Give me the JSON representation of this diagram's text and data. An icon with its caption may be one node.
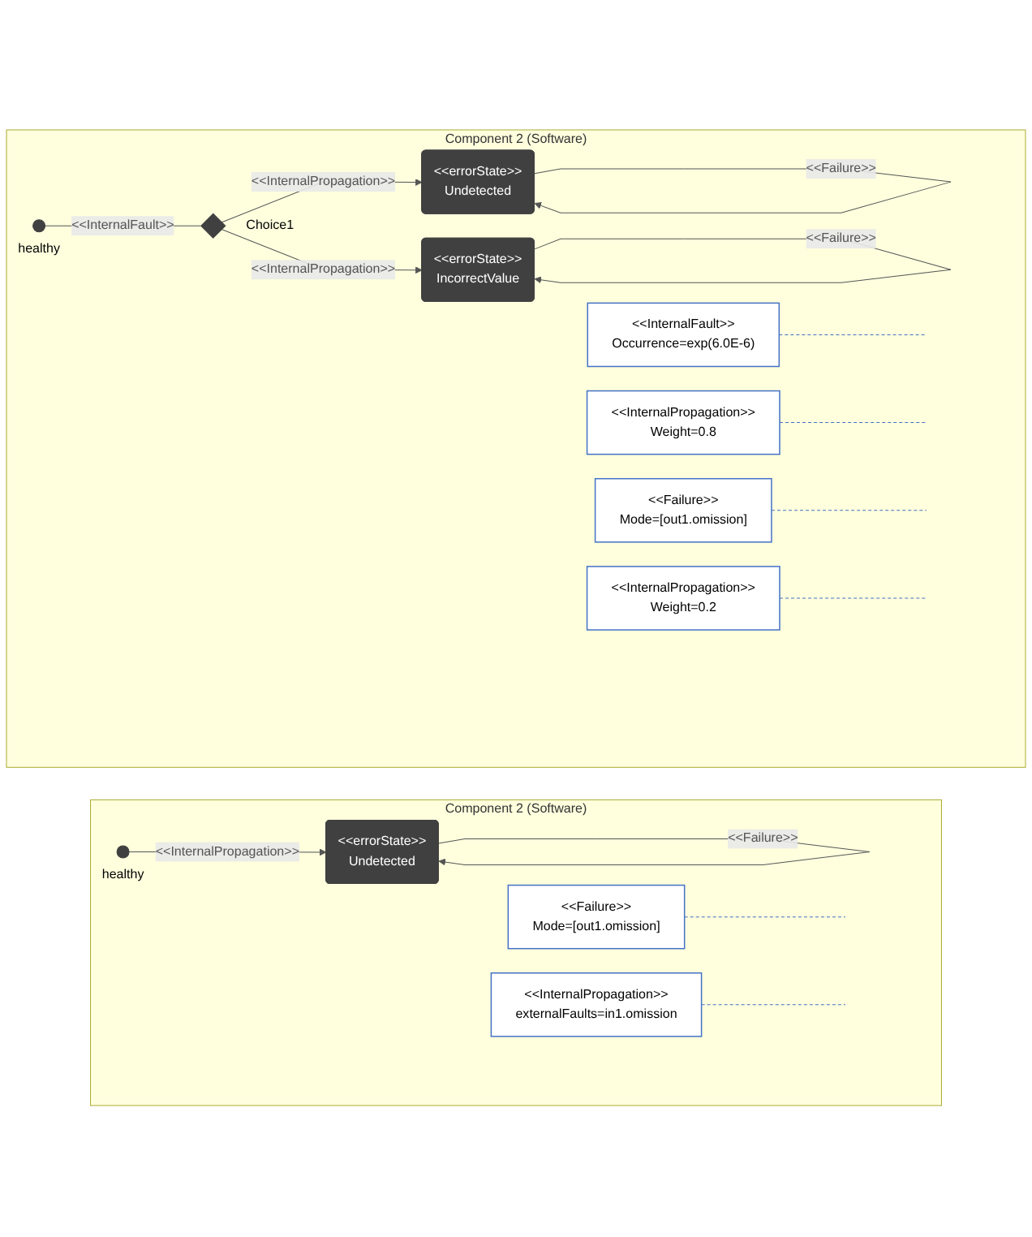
{
  "diagram": {
    "nodes": [
      {
        "text": [
          "Component 2 (Software)"
        ]
      },
      {
        "text": [],
        "shape": "circle",
        "beside": [
          "healthy"
        ],
        "in": 0
      },
      {
        "text": [
          "<<InternalFault>>",
          "Occurrence=exp(6.0E-6)"
        ],
        "in": 0
      },
      {
        "text": [],
        "shape": "diamond",
        "beside": [
          "Choice1"
        ],
        "in": 0
      },
      {
        "text": [
          "<<InternalPropagation>>",
          "Weight=0.8"
        ],
        "in": 0
      },
      {
        "text": [
          "<<errorState>>",
          "Undetected"
        ],
        "in": 0
      },
      {
        "text": [
          "<<Failure>>",
          "Mode=[out1.omission]"
        ],
        "in": 0
      },
      {
        "text": [
          "<<InternalPropagation>>",
          "Weight=0.2"
        ],
        "in": 0
      },
      {
        "text": [
          "<<errorState>>",
          "IncorrectValue"
        ],
        "in": 0
      },
      {
        "text": [
          "Component 2 (Software)"
        ]
      },
      {
        "text": [
          "<<Failure>>",
          "Mode=[out1.omission]"
        ],
        "in": 9
      },
      {
        "text": [
          "<<InternalPropagation>>",
          "externalFaults=in1.omission"
        ],
        "in": 9
      },
      {
        "text": [],
        "shape": "circle",
        "beside": [
          "healthy"
        ],
        "in": 9
      },
      {
        "text": [
          "<<errorState>>",
          "Undetected"
        ],
        "in": 9
      }
    ],
    "edges": [
      {
        "from": 1,
        "to": 3,
        "arrow": "none",
        "label": "<<InternalFault>>"
      },
      {
        "from": 3,
        "to": 5,
        "arrow": "to",
        "label": "<<InternalPropagation>>"
      },
      {
        "from": 3,
        "to": 8,
        "arrow": "to",
        "label": "<<InternalPropagation>>"
      },
      {
        "from": 5,
        "to": 5,
        "arrow": "to",
        "label": "<<Failure>>"
      },
      {
        "from": 8,
        "to": 8,
        "arrow": "to",
        "label": "<<Failure>>"
      },
      {
        "from": 2,
        "to": null,
        "arrow": "none",
        "style": "dashed",
        "color": "#4472c4"
      },
      {
        "from": 4,
        "to": null,
        "arrow": "none",
        "style": "dashed",
        "color": "#4472c4"
      },
      {
        "from": 6,
        "to": null,
        "arrow": "none",
        "style": "dashed",
        "color": "#4472c4"
      },
      {
        "from": 7,
        "to": null,
        "arrow": "none",
        "style": "dashed",
        "color": "#4472c4"
      },
      {
        "from": 12,
        "to": 13,
        "arrow": "to",
        "label": "<<InternalPropagation>>"
      },
      {
        "from": 13,
        "to": 13,
        "arrow": "to",
        "label": "<<Failure>>"
      },
      {
        "from": 10,
        "to": null,
        "arrow": "none",
        "style": "dashed",
        "color": "#4472c4"
      },
      {
        "from": 11,
        "to": null,
        "arrow": "none",
        "style": "dashed",
        "color": "#4472c4"
      }
    ]
  }
}
